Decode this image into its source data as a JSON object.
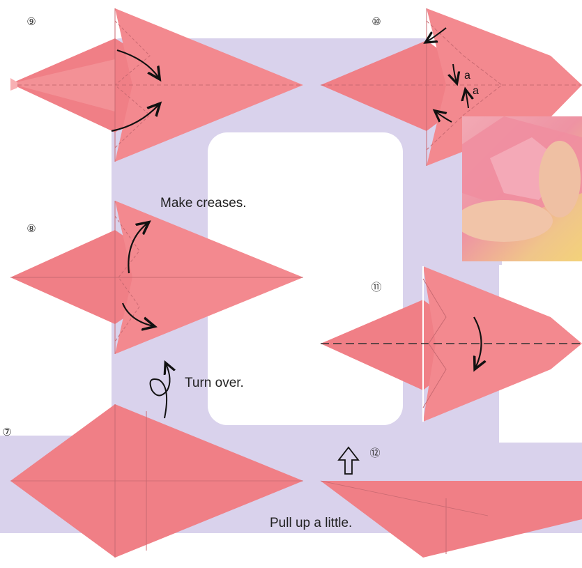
{
  "steps": {
    "s7": "⑦",
    "s8": "⑧",
    "s9": "⑨",
    "s10": "⑩",
    "s11": "⑪",
    "s12": "⑫"
  },
  "captions": {
    "make_creases": "Make creases.",
    "turn_over": "Turn over.",
    "pull_up": "Pull up a little."
  },
  "labels": {
    "a1": "a",
    "a2": "a"
  },
  "colors": {
    "paper": "#f07f86",
    "paper_light": "#f59da1",
    "background_band": "#d9d2ec",
    "crease": "#c96a72"
  }
}
